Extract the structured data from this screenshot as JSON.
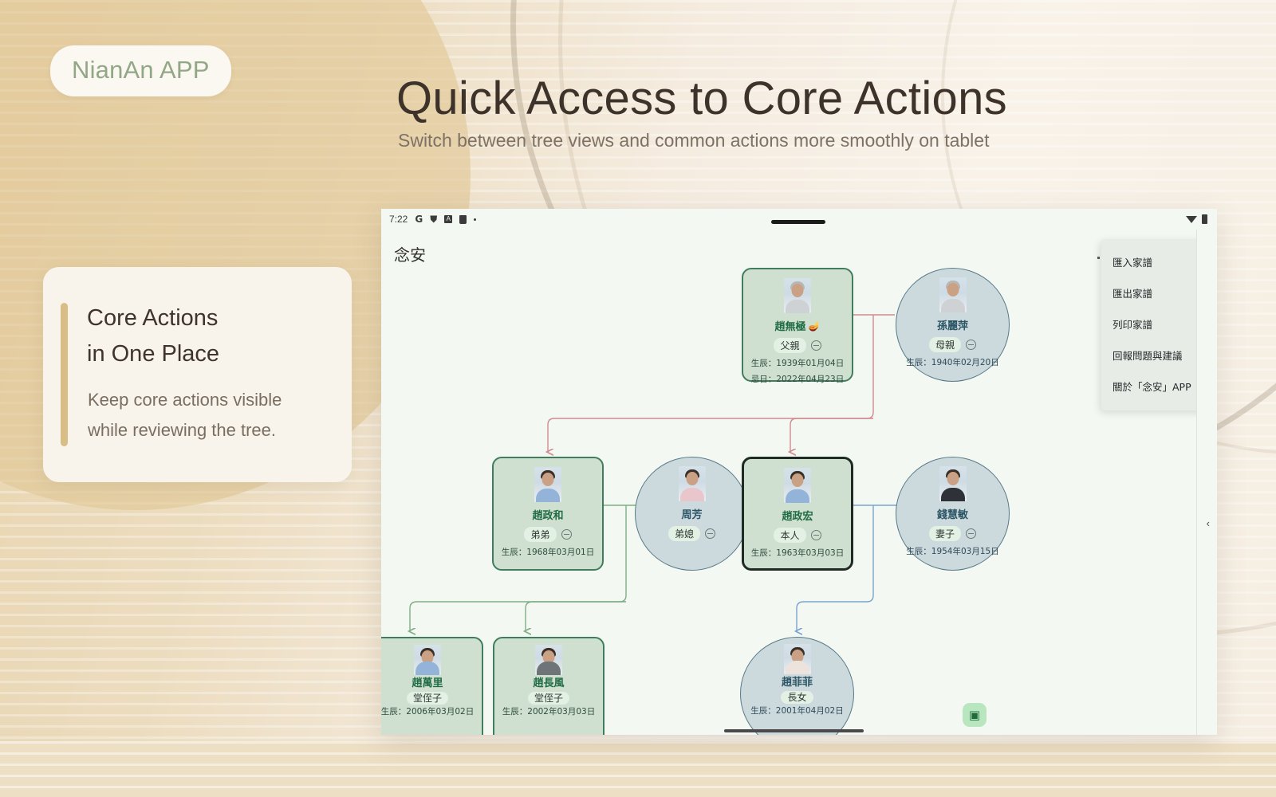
{
  "brand": {
    "label": "NianAn APP"
  },
  "header": {
    "title": "Quick Access to Core Actions",
    "subtitle": "Switch between tree views and common actions more smoothly on tablet"
  },
  "note_card": {
    "title": "Core Actions\nin One Place",
    "body": "Keep core actions visible\nwhile reviewing the tree."
  },
  "tablet": {
    "status_bar": {
      "time": "7:22",
      "icons": [
        "google-icon",
        "shield-icon",
        "badge-icon",
        "bag-icon",
        "dot-icon"
      ],
      "right_icons": [
        "wifi-icon",
        "battery-icon"
      ]
    },
    "app_title": "念安",
    "menu": {
      "items": [
        {
          "label": "匯入家譜"
        },
        {
          "label": "匯出家譜"
        },
        {
          "label": "列印家譜"
        },
        {
          "label": "回報問題與建議"
        },
        {
          "label": "關於「念安」APP"
        }
      ]
    },
    "drawer": {
      "chevron": "‹"
    },
    "fab": {
      "icon": "feedback-icon",
      "glyph": "▣"
    }
  },
  "tree": {
    "nodes": [
      {
        "id": "father",
        "name": "趙無極",
        "relation": "父親",
        "birth": "生辰：1939年01月04日",
        "death": "忌日：2022年04月23日",
        "shape": "rect",
        "deceased": true,
        "memorial_glyph": "🪔"
      },
      {
        "id": "mother",
        "name": "孫麗萍",
        "relation": "母親",
        "birth": "生辰：1940年02月20日",
        "death": "",
        "shape": "circle"
      },
      {
        "id": "brother",
        "name": "趙政和",
        "relation": "弟弟",
        "birth": "生辰：1968年03月01日",
        "death": "",
        "shape": "rect"
      },
      {
        "id": "sister-in-law",
        "name": "周芳",
        "relation": "弟媳",
        "birth": "",
        "death": "",
        "shape": "circle"
      },
      {
        "id": "self",
        "name": "趙政宏",
        "relation": "本人",
        "birth": "生辰：1963年03月03日",
        "death": "",
        "shape": "rect",
        "highlighted": true
      },
      {
        "id": "wife",
        "name": "錢慧敏",
        "relation": "妻子",
        "birth": "生辰：1954年03月15日",
        "death": "",
        "shape": "circle"
      },
      {
        "id": "nephew1",
        "name": "趙萬里",
        "relation": "堂侄子",
        "birth": "生辰：2006年03月02日",
        "death": "",
        "shape": "rect"
      },
      {
        "id": "nephew2",
        "name": "趙長風",
        "relation": "堂侄子",
        "birth": "生辰：2002年03月03日",
        "death": "",
        "shape": "rect"
      },
      {
        "id": "daughter",
        "name": "趙菲菲",
        "relation": "長女",
        "birth": "生辰：2001年04月02日",
        "death": "",
        "shape": "circle"
      }
    ],
    "link_colors": {
      "parent": "#d08b90",
      "sibling": "#7fae85",
      "spouse": "#7aa4cf"
    }
  },
  "colors": {
    "page_bg": "#efe1c6",
    "tablet_bg": "#f4f8f2",
    "node_green": "#cfdfd0",
    "node_blue": "#ccd9dd",
    "accent_gold": "#d9bd86",
    "brand_text": "#92a785"
  }
}
